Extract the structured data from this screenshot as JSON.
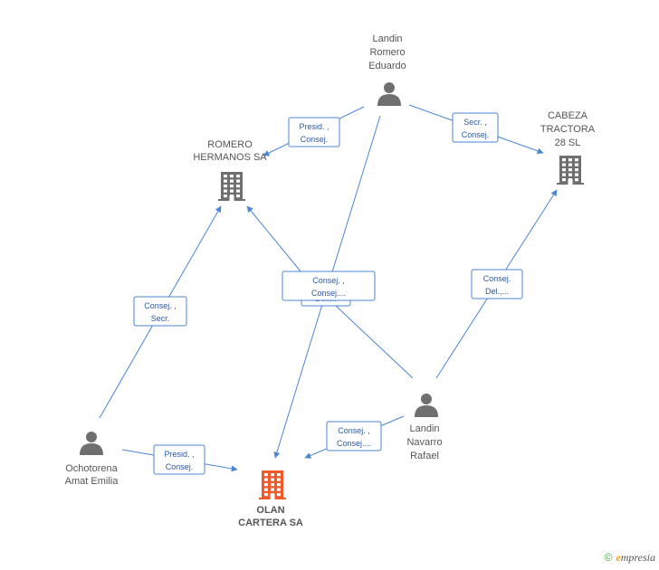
{
  "nodes": [
    {
      "id": "landin_romero",
      "type": "person",
      "lines": [
        "Landin",
        "Romero",
        "Eduardo"
      ]
    },
    {
      "id": "romero_hermanos",
      "type": "company",
      "lines": [
        "ROMERO",
        "HERMANOS SA"
      ]
    },
    {
      "id": "cabeza_tractora",
      "type": "company",
      "lines": [
        "CABEZA",
        "TRACTORA",
        "28 SL"
      ]
    },
    {
      "id": "ochotorena",
      "type": "person",
      "lines": [
        "Ochotorena",
        "Amat Emilia"
      ]
    },
    {
      "id": "landin_navarro",
      "type": "person",
      "lines": [
        "Landin",
        "Navarro",
        "Rafael"
      ]
    },
    {
      "id": "olan",
      "type": "company",
      "main": true,
      "lines": [
        "OLAN",
        "CARTERA SA"
      ]
    }
  ],
  "edges": [
    {
      "id": "e1",
      "lines": [
        "Presid. ,",
        "Consej."
      ]
    },
    {
      "id": "e2",
      "lines": [
        "Secr. ,",
        "Consej."
      ]
    },
    {
      "id": "e3",
      "lines": [
        "Consej.",
        "Del...."
      ]
    },
    {
      "id": "e4",
      "lines": [
        "Consej. ,",
        "Secr."
      ]
    },
    {
      "id": "e5",
      "lines": [
        "Consej. ,",
        "Consej...."
      ]
    },
    {
      "id": "e6",
      "lines": [
        "Consej.",
        "Del.,..."
      ]
    },
    {
      "id": "e7",
      "lines": [
        "Consej. ,",
        "Consej...."
      ]
    },
    {
      "id": "e8",
      "lines": [
        "Presid. ,",
        "Consej."
      ]
    }
  ],
  "colors": {
    "edge": "#4a86d4",
    "icon": "#6f6f6f",
    "main": "#f0592a"
  },
  "footer": {
    "copyright": "©",
    "brand_initial": "e",
    "brand_rest": "mpresia"
  }
}
